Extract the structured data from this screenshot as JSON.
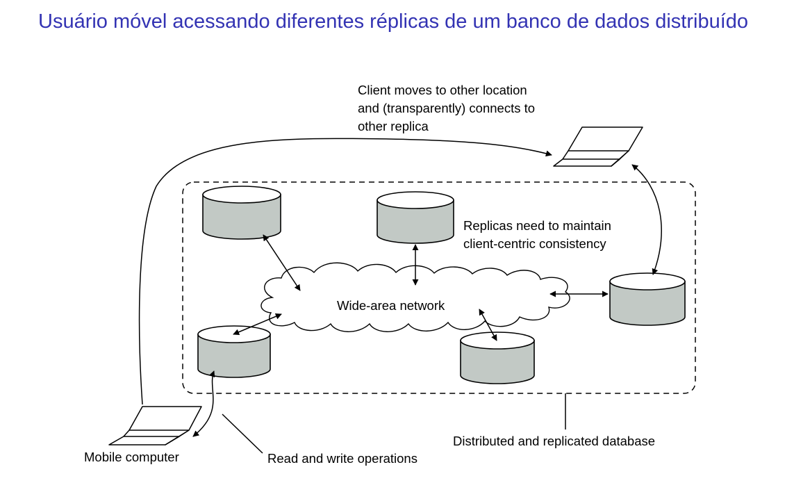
{
  "title": "Usuário móvel acessando diferentes réplicas de um banco de dados distribuído",
  "labels": {
    "client_moves": [
      "Client moves to other location",
      "and (transparently) connects to",
      "other replica"
    ],
    "replicas_need": [
      "Replicas need to maintain",
      "client-centric consistency"
    ],
    "network": "Wide-area network",
    "mobile_computer": "Mobile computer",
    "read_write": "Read and write operations",
    "database": "Distributed and replicated database"
  },
  "colors": {
    "title": "#3333b3",
    "cylinder_fill": "#c2c9c5"
  },
  "icons": [
    "laptop-icon",
    "database-icon",
    "cloud-icon"
  ]
}
